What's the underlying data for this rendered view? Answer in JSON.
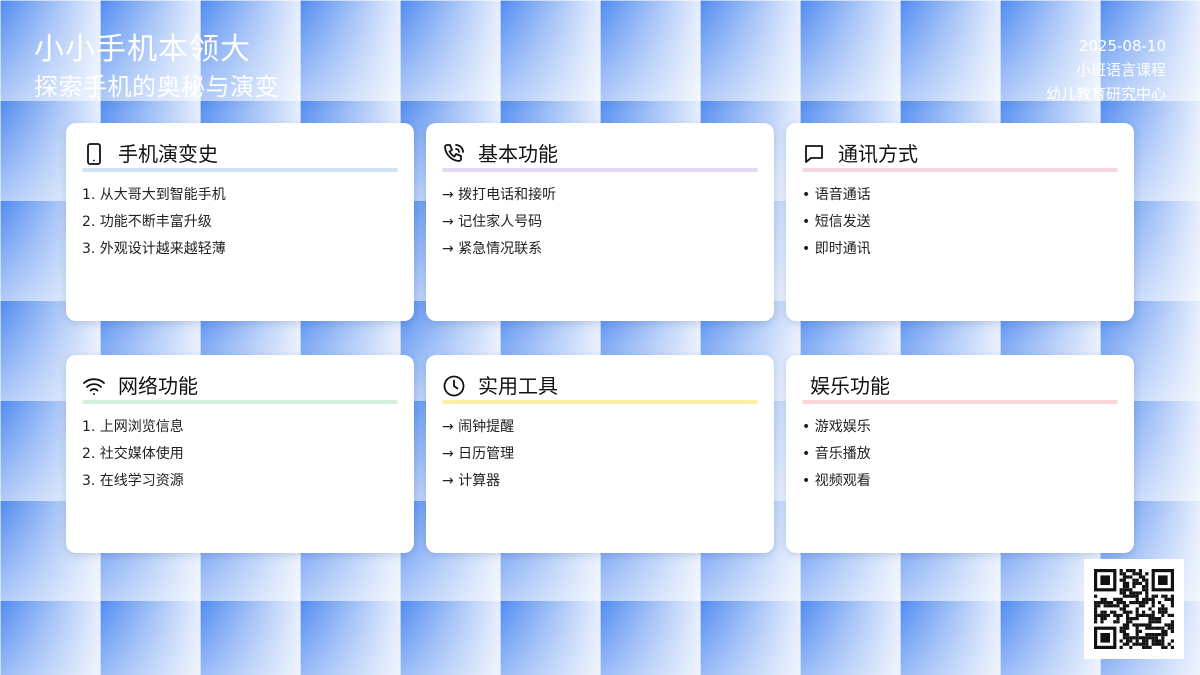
{
  "header": {
    "title": "小小手机本领大",
    "subtitle": "探索手机的奥秘与演变",
    "date": "2025-08-10",
    "course": "小班语言课程",
    "org": "幼儿教育研究中心"
  },
  "cards": [
    {
      "title": "手机演变史",
      "icon": "phone-icon",
      "accent": "#cfe3f5",
      "items": [
        "1. 从大哥大到智能手机",
        "2. 功能不断丰富升级",
        "3. 外观设计越来越轻薄"
      ]
    },
    {
      "title": "基本功能",
      "icon": "phone-call-icon",
      "accent": "#e2d9f6",
      "items": [
        "→ 拨打电话和接听",
        "→ 记住家人号码",
        "→ 紧急情况联系"
      ]
    },
    {
      "title": "通讯方式",
      "icon": "message-icon",
      "accent": "#f6d6e2",
      "items": [
        "• 语音通话",
        "• 短信发送",
        "• 即时通讯"
      ]
    },
    {
      "title": "网络功能",
      "icon": "wifi-icon",
      "accent": "#d3f0dd",
      "items": [
        "1. 上网浏览信息",
        "2. 社交媒体使用",
        "3. 在线学习资源"
      ]
    },
    {
      "title": "实用工具",
      "icon": "clock-icon",
      "accent": "#fbefa8",
      "items": [
        "→ 闹钟提醒",
        "→ 日历管理",
        "→ 计算器"
      ]
    },
    {
      "title": "娱乐功能",
      "icon": "",
      "accent": "#f8d6dc",
      "items": [
        "• 游戏娱乐",
        "• 音乐播放",
        "• 视频观看"
      ]
    }
  ],
  "qr": {
    "icon": "qr-code-icon"
  }
}
